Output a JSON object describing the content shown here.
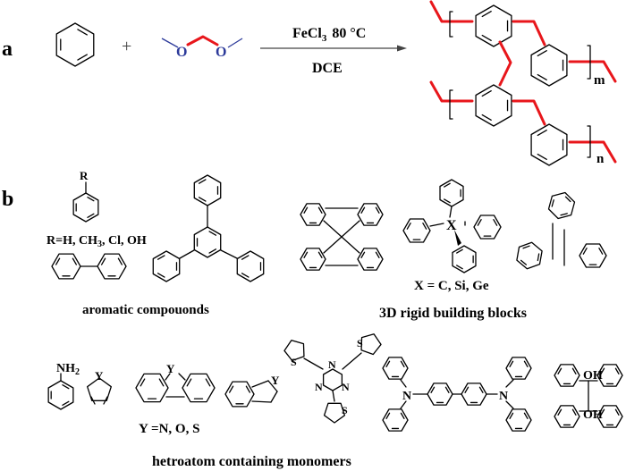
{
  "panel_a": {
    "label": "a",
    "plus": "+",
    "reactant_1": "benzene",
    "reactant_2": {
      "name": "dimethoxymethane",
      "atom_left": "O",
      "atom_right": "O"
    },
    "conditions_top": "FeCl",
    "conditions_top_sub": "3",
    "conditions_temp": "80 °C",
    "conditions_bottom": "DCE",
    "product": {
      "repeat_upper": "m",
      "repeat_lower": "n"
    },
    "colors": {
      "methylene_link": "#e8161b",
      "oxygen": "#2c3a9a"
    }
  },
  "panel_b": {
    "label": "b",
    "aromatic": {
      "substituent_label": "R",
      "r_caption": "R=H, CH",
      "r_caption_sub": "3",
      "r_caption_tail": ", Cl, OH",
      "caption": "aromatic compouonds"
    },
    "rigid": {
      "center_atom": "X",
      "x_caption": "X = C, Si, Ge",
      "caption": "3D rigid building blocks"
    },
    "hetero": {
      "amine_label": "NH",
      "amine_sub": "2",
      "hetero_atom": "Y",
      "y_caption": "Y =N, O, S",
      "thiophene_atom": "S",
      "triazine_atom": "N",
      "amine_n": "N",
      "hydroxyl": "OH",
      "caption": "hetroatom containing monomers"
    }
  }
}
